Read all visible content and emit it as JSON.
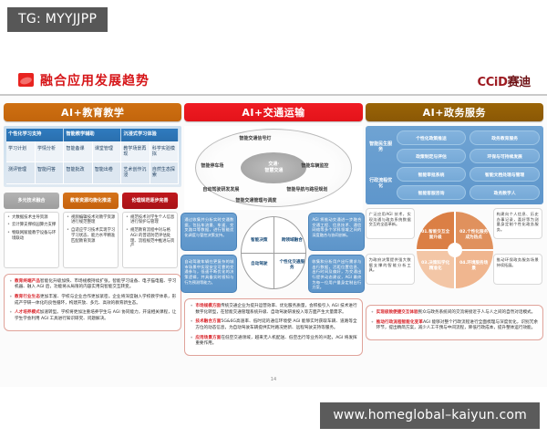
{
  "overlay": {
    "tg_tag": "TG: MYYJJPP",
    "watermark": "www.homeglobal–kaiyun.com"
  },
  "slide": {
    "title": "融合应用发展趋势",
    "brand_latin": "CCiD",
    "brand_cn": "赛迪",
    "page_number": "14"
  },
  "columns": [
    {
      "id": "education",
      "header": "AI+教育教学",
      "accent": "#c2650c",
      "table": {
        "headers": [
          "个性化学习支持",
          "智能教学辅助",
          "沉浸式学习体验"
        ],
        "rows": [
          [
            "学习计划",
            "学情分析",
            "智能备课",
            "课堂管理",
            "教学场景再现",
            "科学实验模拟"
          ],
          [
            "测评管理",
            "智能问答",
            "智能批改",
            "智能出卷",
            "艺术创作沉浸",
            "自然生态探索"
          ]
        ]
      },
      "cards": [
        {
          "title": "多元技术融合",
          "color": "grey",
          "items": [
            "大数据技术主导资源",
            "云计算支撑校园算力支撑",
            "物联网赋能教学设备与环境联动"
          ]
        },
        {
          "title": "教育资源均衡化推进",
          "color": "orange",
          "items": [
            "视频编辑技术对教学资源进行规范整理",
            "自适应学习技术实现学习学习状态、能力水平精准匹配教育资源"
          ]
        },
        {
          "title": "伦理规范逐步完善",
          "color": "red",
          "items": [
            "规范技术对学生个人信息进行保护与管理",
            "规范教育流程中对与格 AGI 的普适防范评估处理、流程规范中推进与资产"
          ]
        }
      ],
      "bullets": [
        {
          "lead": "教育终端产品",
          "text": "智能化升级加快、市场规模持续扩张。智能学习设备、电子猫电脑、学习机器、融入 AGI 后，功能将从局限的内容实用向智能交互转变。"
        },
        {
          "lead": "教育行业生态",
          "text": "更加丰富、学校与企业合作更加紧密。企业将深度融入学校教学体系，形成产学研一体化的良性循环，构建开放、多元、高效的教育新生态。"
        },
        {
          "lead": "人才培养模式",
          "text": "加速转型。学校将更加注重培养学生与 AGI 协同能力，开设相关课程，让学生学会利用 AGI 工具进行知识研究、问题解决。"
        }
      ]
    },
    {
      "id": "transport",
      "header": "AI+交通运输",
      "accent": "#e4131a",
      "ellipse": {
        "core": "交通·\n智慧交通",
        "core_line1": "交通·",
        "core_line2": "智慧交通",
        "labels": [
          "智能交通信号灯",
          "智能停车场",
          "智能车辆监控",
          "自动驾驶研发发展",
          "智能导航与路径规划",
          "智能交通管理与调度"
        ]
      },
      "quadrant": {
        "labels": [
          "智能决策",
          "跨领域融合",
          "自动驾驶",
          "个性化交通服务"
        ],
        "boxes": [
          "通过收集并分析实时交通数据，包括车流量、车速、交叉路口等数据，进行智能优化调度与管控决策支持。",
          "AGI 将推动交通进一步融合交通工程、信息技术、通信网络等多个学科领域之间的深度融合与协同创新。",
          "自动驾驶车辆在更复杂的城市场景中实现安全可靠的交通参与，低速不断优化的决策逻辑，并具备实时感知与行为预测等能力。",
          "收集和分析用户出行需求与出行数据，活距位置信息、出行时间及偏好，为交通出行提供动态建议，AGI 最终为每一位用户量身定制出行方案。"
        ]
      },
      "bullets": [
        {
          "lead": "市场规模方面",
          "text": "传统交通企业为提升运营效率、优化服务质量，会积极引入 AGI 技术进行数字化转型，在智能交通管理系统升级、自动驾驶研发投入等方面产生大量需求。"
        },
        {
          "lead": "技术融合方面",
          "text": "5G&6G高速率、低时延的通信环境使 AGI 能够实时获取车辆、道路等全方位的动态信息，为自动驾驶车辆提供实时路况更新、远程驾驶支持等服务。"
        },
        {
          "lead": "应用场景方面",
          "text": "在低空交通领域，越来无人机配送、低空出行等业务的兴起，AGI 将发挥重要作用。"
        }
      ]
    },
    {
      "id": "government",
      "header": "AI+政务服务",
      "accent": "#8a5805",
      "matrix": {
        "row_labels": [
          "智能民生服务",
          "行政流程优化"
        ],
        "cells": [
          "个性化政策推送",
          "政务教育服务",
          "政策制定与评估",
          "环保与可持续发展",
          "智能审批系统",
          "智能文档处理与管理",
          "智能客服咨询",
          "政务数字人"
        ]
      },
      "donut": {
        "labels": [
          "01.智能交互全面升级",
          "02.个性化服务成为热点",
          "03.决策科学化精准化",
          "04.环境服务场景"
        ],
        "notes": [
          "广泛应用AGI 技术，实现沟通与政务系统数据交互的全面革新。",
          "构建向个人信息、历史办事记录，喜好等为测量身定制个性化政务服务。",
          "为政府决策提供强大数据支撑的智能分析工具。",
          "推动环保政务服务场景持续拓展。"
        ]
      },
      "bullets": [
        {
          "lead": "实现极致便捷交互体验",
          "text": "民众与政务系统间的交流将接近于人与人之间的自然对话模式。"
        },
        {
          "lead": "推动行政流程智能化变革",
          "text": "AGI 能够对整个行政流程进行全面梳理与深度优化，识别冗余环节，提出精简方案，减少人工干预与中间流程，降低行政成本，提升整体运行效能。"
        }
      ]
    }
  ]
}
